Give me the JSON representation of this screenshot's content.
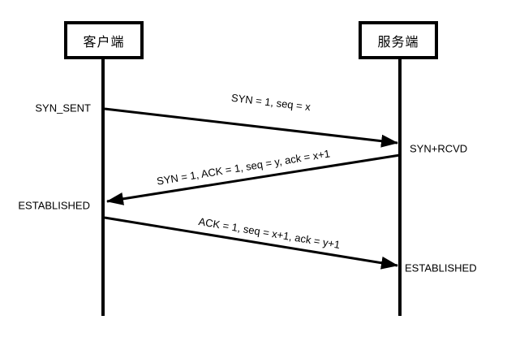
{
  "colors": {
    "ink": "#000000",
    "background": "#ffffff"
  },
  "actors": {
    "client": {
      "label": "客户端"
    },
    "server": {
      "label": "服务端"
    }
  },
  "states": {
    "client_syn_sent": "SYN_SENT",
    "server_syn_rcvd": "SYN+RCVD",
    "client_established": "ESTABLISHED",
    "server_established": "ESTABLISHED"
  },
  "messages": {
    "syn": {
      "label": "SYN = 1, seq = x",
      "from": "client",
      "to": "server"
    },
    "syn_ack": {
      "label": "SYN = 1, ACK = 1, seq = y, ack = x+1",
      "from": "server",
      "to": "client"
    },
    "ack": {
      "label": "ACK = 1, seq = x+1, ack = y+1",
      "from": "client",
      "to": "server"
    }
  }
}
